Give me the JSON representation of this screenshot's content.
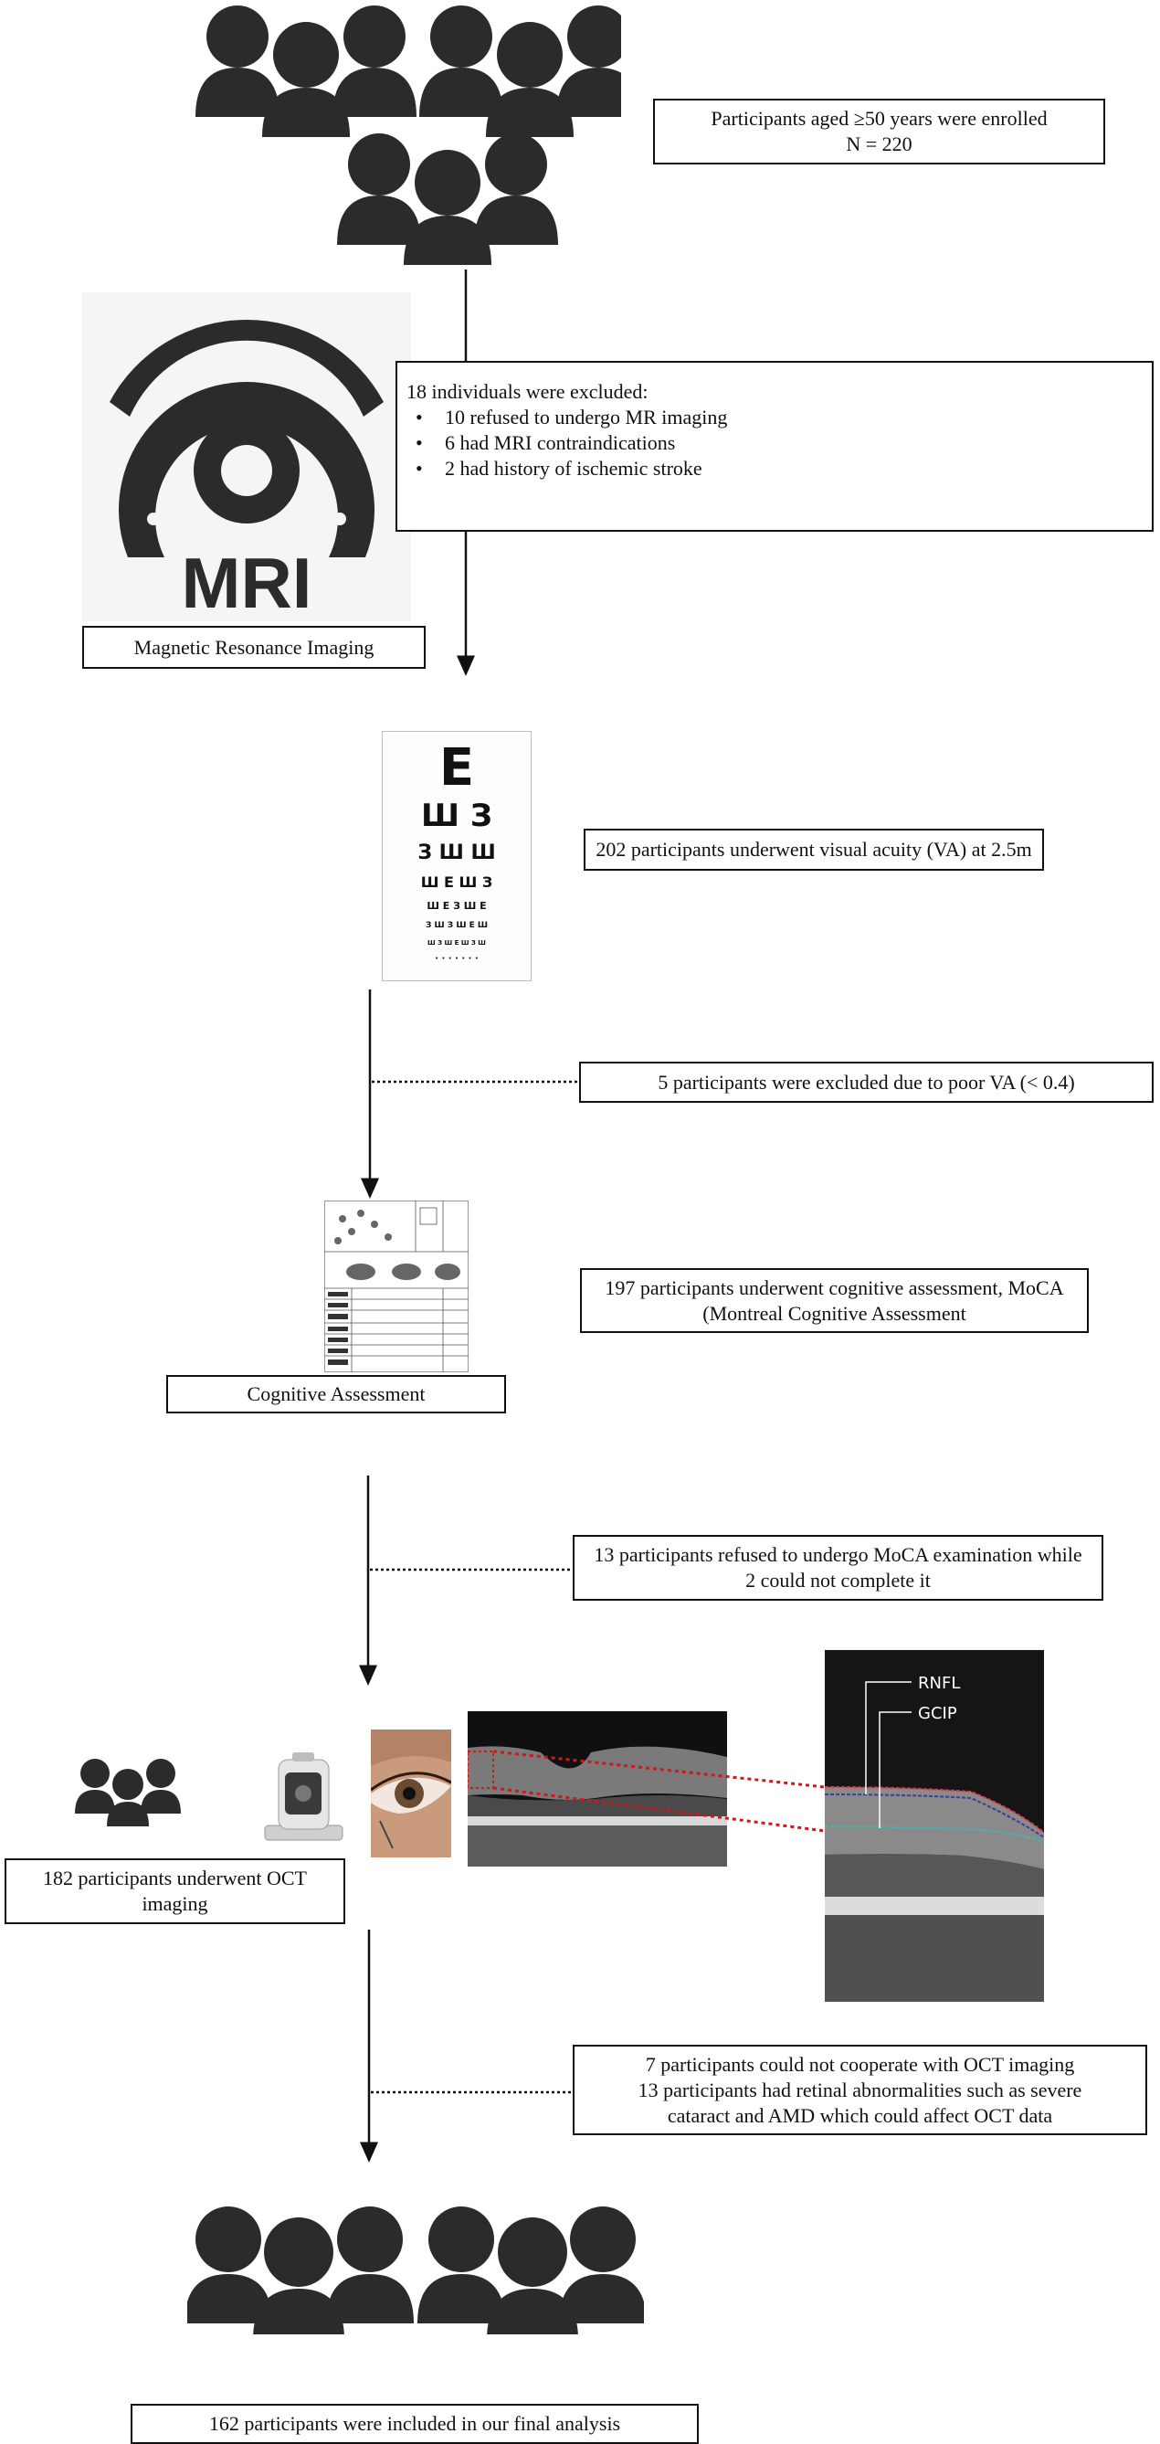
{
  "boxes": {
    "enrolled": {
      "line1": "Participants aged ≥50 years were enrolled",
      "line2": "N = 220"
    },
    "excluded_mri": {
      "title": "18 individuals were excluded:",
      "items": [
        "10 refused  to undergo MR imaging",
        "6 had MRI contraindications",
        "2 had history of ischemic stroke"
      ]
    },
    "mri_label": "Magnetic Resonance Imaging",
    "mri_logo_text": "MRI",
    "va": "202 participants underwent visual acuity (VA) at 2.5m",
    "va_excluded": "5 participants were excluded due to poor VA (< 0.4)",
    "moca": {
      "line1": "197 participants underwent cognitive assessment, MoCA",
      "line2": "(Montreal Cognitive Assessment"
    },
    "cognitive_label": "Cognitive Assessment",
    "moca_excluded": {
      "line1": "13 participants refused to undergo MoCA examination while",
      "line2": "2 could not complete it"
    },
    "oct": {
      "line1": "182 participants underwent OCT",
      "line2": "imaging"
    },
    "oct_excluded": {
      "line1": "7 participants could not cooperate with OCT imaging",
      "line2": "13 participants had retinal abnormalities such as severe",
      "line3": "cataract and AMD which could affect OCT data"
    },
    "final": "162 participants were included in our final analysis"
  },
  "oct_labels": {
    "rnfl": "RNFL",
    "gcip": "GCIP"
  },
  "eye_chart_rows": [
    "E",
    "Ш З",
    "З Ш Ш",
    "Ш Е Ш З",
    "Ш Е З Ш Е",
    "З Ш З Ш Е Ш",
    "Ш З Ш Е Ш З Ш",
    "· · · · · · ·"
  ],
  "colors": {
    "ink": "#111111",
    "silhouette": "#2b2b2b",
    "dotted_red": "#d01818",
    "rnfl_line": "#e23b4a",
    "gcip_line": "#3fb8b0",
    "scan_dark": "#101010"
  },
  "icons": [
    "people-group-icon",
    "mri-scanner-icon",
    "eye-chart-icon",
    "moca-form-icon",
    "oct-device-icon",
    "eye-photo-icon",
    "oct-scan-image"
  ]
}
